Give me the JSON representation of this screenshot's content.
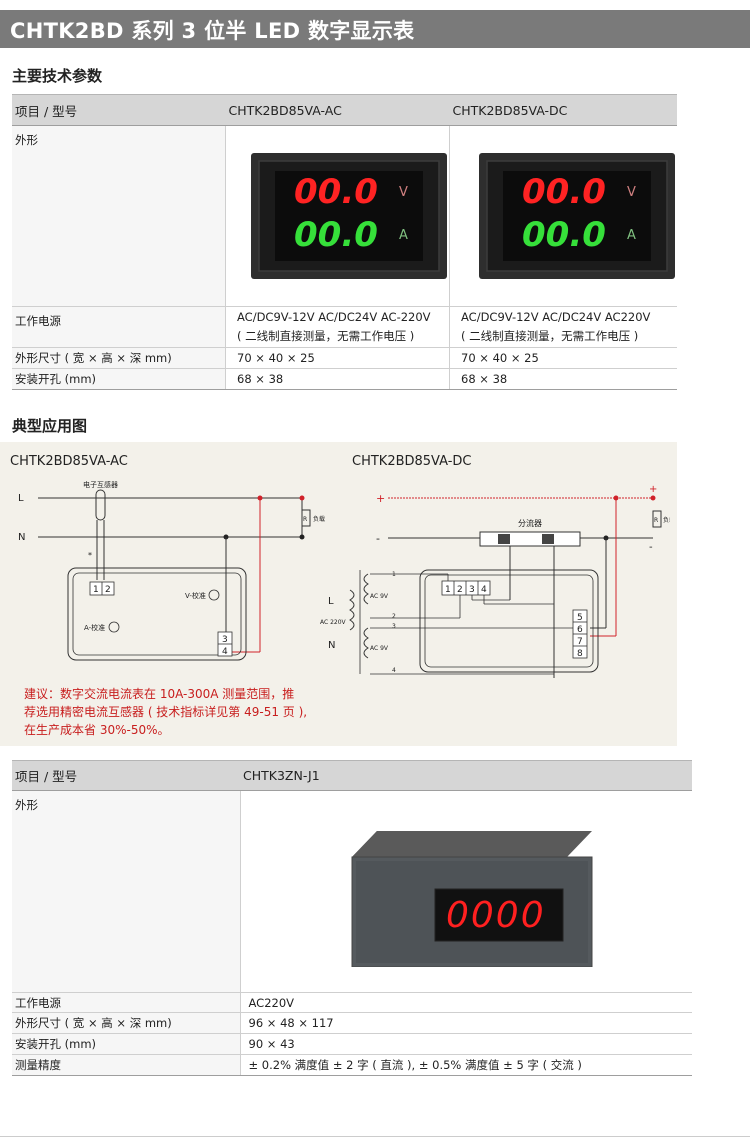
{
  "header": {
    "title": "CHTK2BD 系列 3 位半 LED 数字显示表"
  },
  "section1": {
    "title": "主要技术参数",
    "header_label": "项目 / 型号",
    "models": [
      "CHTK2BD85VA-AC",
      "CHTK2BD85VA-DC"
    ],
    "rows": {
      "appearance": "外形",
      "power": {
        "label": "工作电源",
        "ac_line1": "AC/DC9V-12V   AC/DC24V  AC-220V",
        "dc_line1": "AC/DC9V-12V   AC/DC24V  AC220V",
        "line2": "( 二线制直接测量，无需工作电压 )"
      },
      "dimensions": {
        "label": "外形尺寸 ( 宽 × 高 × 深 mm)",
        "ac": "70 × 40 × 25",
        "dc": "70 × 40 × 25"
      },
      "cutout": {
        "label": "安装开孔 (mm)",
        "ac": "68 × 38",
        "dc": "68 × 38"
      }
    },
    "meter_display": {
      "top": "00.0",
      "bottom": "00.0",
      "unit_top": "V",
      "unit_bottom": "A"
    }
  },
  "section2": {
    "title": "典型应用图",
    "ac_label": "CHTK2BD85VA-AC",
    "dc_label": "CHTK2BD85VA-DC",
    "ac_diagram": {
      "L": "L",
      "N": "N",
      "ct": "电子互感器",
      "load": "负载",
      "R": "R",
      "star": "*",
      "v_cal": "V-校准",
      "a_cal": "A-校准",
      "t1": "1",
      "t2": "2",
      "t3": "3",
      "t4": "4"
    },
    "dc_diagram": {
      "plus": "+",
      "minus": "-",
      "shunt": "分流器",
      "load": "负载",
      "R": "R",
      "L": "L",
      "N": "N",
      "ac9v_1": "AC 9V",
      "ac220v": "AC 220V",
      "ac9v_2": "AC 9V",
      "n1": "1",
      "n2": "2",
      "n3": "3",
      "n4": "4",
      "t1": "1",
      "t2": "2",
      "t3": "3",
      "t4": "4",
      "t5": "5",
      "t6": "6",
      "t7": "7",
      "t8": "8"
    },
    "advice_line1": "建议：数字交流电流表在 10A-300A 测量范围，推",
    "advice_line2": "荐选用精密电流互感器 ( 技术指标详见第 49-51 页 ),",
    "advice_line3": "在生产成本省 30%-50%。"
  },
  "section3": {
    "header_label": "项目 / 型号",
    "model": "CHTK3ZN-J1",
    "appearance": "外形",
    "display": "0000",
    "rows": [
      {
        "label": "工作电源",
        "value": "AC220V"
      },
      {
        "label": "外形尺寸 ( 宽 × 高 × 深 mm)",
        "value": "96 × 48 × 117"
      },
      {
        "label": "安装开孔 (mm)",
        "value": "90 × 43"
      },
      {
        "label": "测量精度",
        "value": "± 0.2% 满度值 ± 2 字 ( 直流 ), ± 0.5% 满度值 ± 5 字 ( 交流 )"
      }
    ]
  },
  "colors": {
    "header_bg": "#7a7a7a",
    "led_red": "#ff2323",
    "led_green": "#36e03a",
    "advice_red": "#c81e1e",
    "wire_red": "#d0222a",
    "panel_bg": "#f3f1ea"
  }
}
